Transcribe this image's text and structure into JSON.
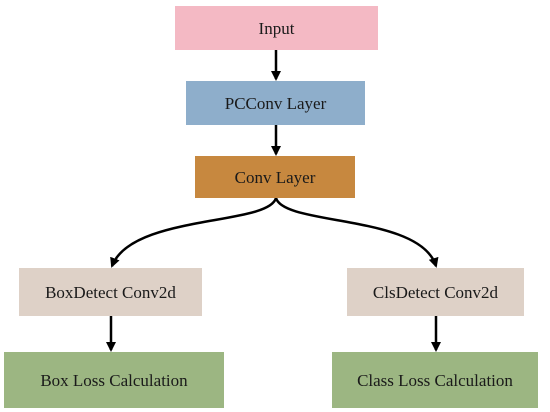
{
  "diagram": {
    "nodes": {
      "input": {
        "label": "Input",
        "color": "#f4b9c4"
      },
      "pcconv": {
        "label": "PCConv Layer",
        "color": "#8eaecb"
      },
      "conv": {
        "label": "Conv Layer",
        "color": "#c7883f"
      },
      "box_detect": {
        "label": "BoxDetect Conv2d",
        "color": "#ded1c7"
      },
      "cls_detect": {
        "label": "ClsDetect Conv2d",
        "color": "#ded1c7"
      },
      "box_loss": {
        "label": "Box Loss Calculation",
        "color": "#9cb682"
      },
      "class_loss": {
        "label": "Class Loss Calculation",
        "color": "#9cb682"
      }
    },
    "edges": [
      {
        "from": "input",
        "to": "pcconv"
      },
      {
        "from": "pcconv",
        "to": "conv"
      },
      {
        "from": "conv",
        "to": "box_detect"
      },
      {
        "from": "conv",
        "to": "cls_detect"
      },
      {
        "from": "box_detect",
        "to": "box_loss"
      },
      {
        "from": "cls_detect",
        "to": "class_loss"
      }
    ],
    "arrow_color": "#000000"
  }
}
